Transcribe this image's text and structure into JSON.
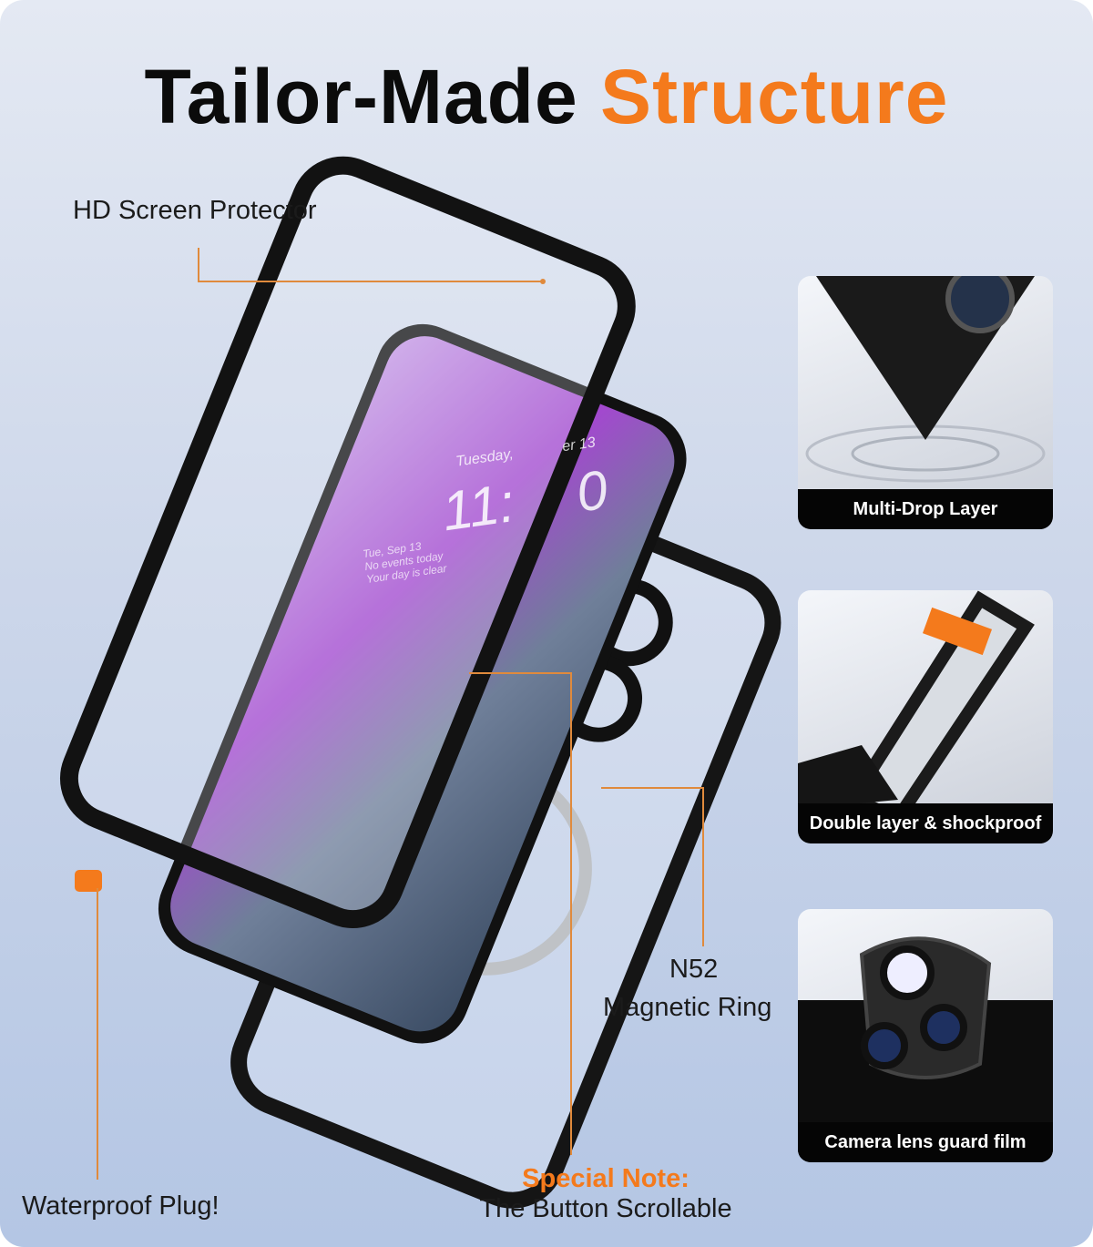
{
  "title": {
    "part1": "Tailor-Made",
    "part2": "Structure"
  },
  "colors": {
    "accent": "#f47a1c",
    "text": "#0b0b0b",
    "caption_bg": "#050505"
  },
  "callouts": {
    "screen_protector": "HD Screen Protector",
    "magnetic_ring_1": "N52",
    "magnetic_ring_2": "Magnetic Ring",
    "waterproof_plug": "Waterproof Plug!",
    "special_note_title": "Special Note:",
    "special_note_body": "The Button Scrollable"
  },
  "phone_screen": {
    "date_left": "Tuesday,",
    "date_right": "er 13",
    "time_left": "11:",
    "time_right": "0",
    "widget_1": "Tue, Sep 13",
    "widget_2": "No events today",
    "widget_3": "Your day is clear"
  },
  "feature_cards": [
    {
      "caption": "Multi-Drop Layer"
    },
    {
      "caption": "Double layer & shockproof"
    },
    {
      "caption": "Camera lens guard film"
    }
  ]
}
